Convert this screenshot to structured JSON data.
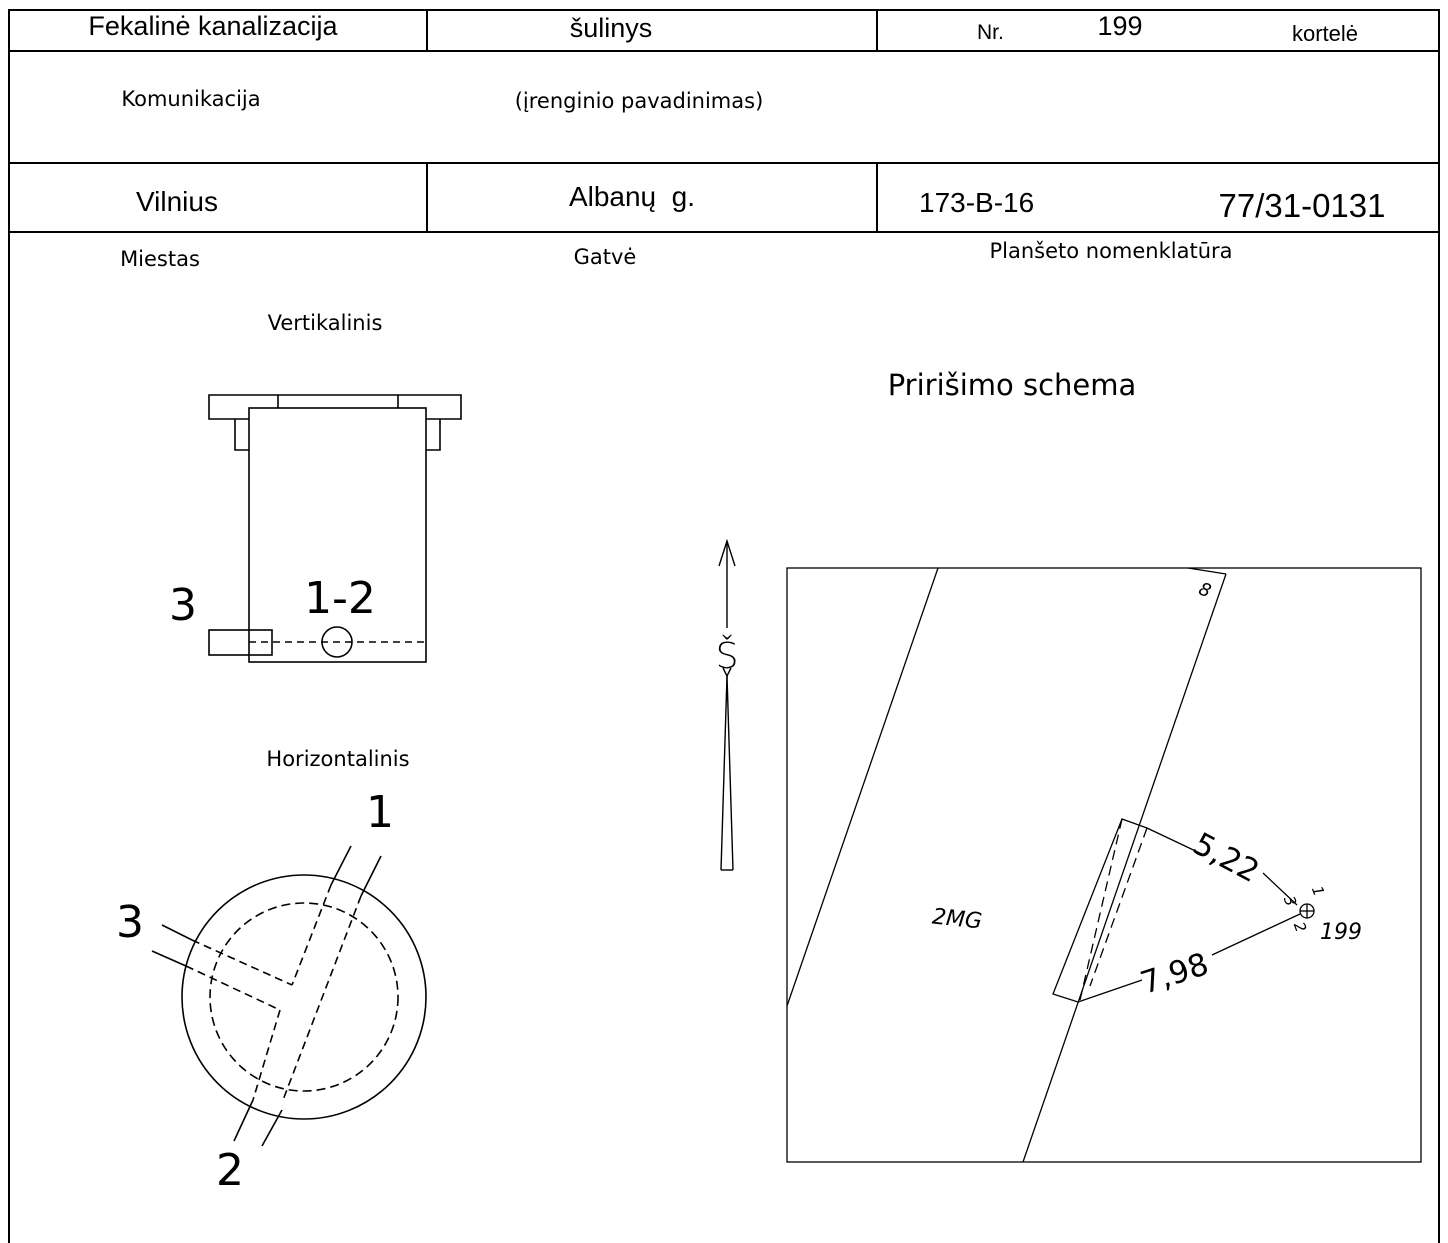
{
  "header": {
    "communication_value": "Fekalinė kanalizacija",
    "communication_label": "Komunikacija",
    "device_value": "šulinys",
    "device_label": "(įrenginio pavadinimas)",
    "number_prefix": "Nr.",
    "number_value": "199",
    "card_label": "kortelė"
  },
  "location": {
    "city_value": "Vilnius",
    "city_label": "Miestas",
    "street_value": "Albanų  g.",
    "street_label": "Gatvė",
    "sheet_code": "173-B-16",
    "sheet_number": "77/31-0131",
    "sheet_label": "Planšeto nomenklatūra"
  },
  "vertical_section": {
    "title": "Vertikalinis",
    "pipe_label_left": "3",
    "pipe_label_center": "1-2"
  },
  "horizontal_section": {
    "title": "Horizontalinis",
    "pipe_1": "1",
    "pipe_2": "2",
    "pipe_3": "3"
  },
  "north_arrow": {
    "label": "Š"
  },
  "tie_scheme": {
    "title": "Pririšimo schema",
    "building_label": "2MG",
    "building_number": "8",
    "dist_1": "5,22",
    "dist_2": "7,98",
    "well_number": "199",
    "pipe_1": "1",
    "pipe_2": "2",
    "pipe_3": "3"
  }
}
